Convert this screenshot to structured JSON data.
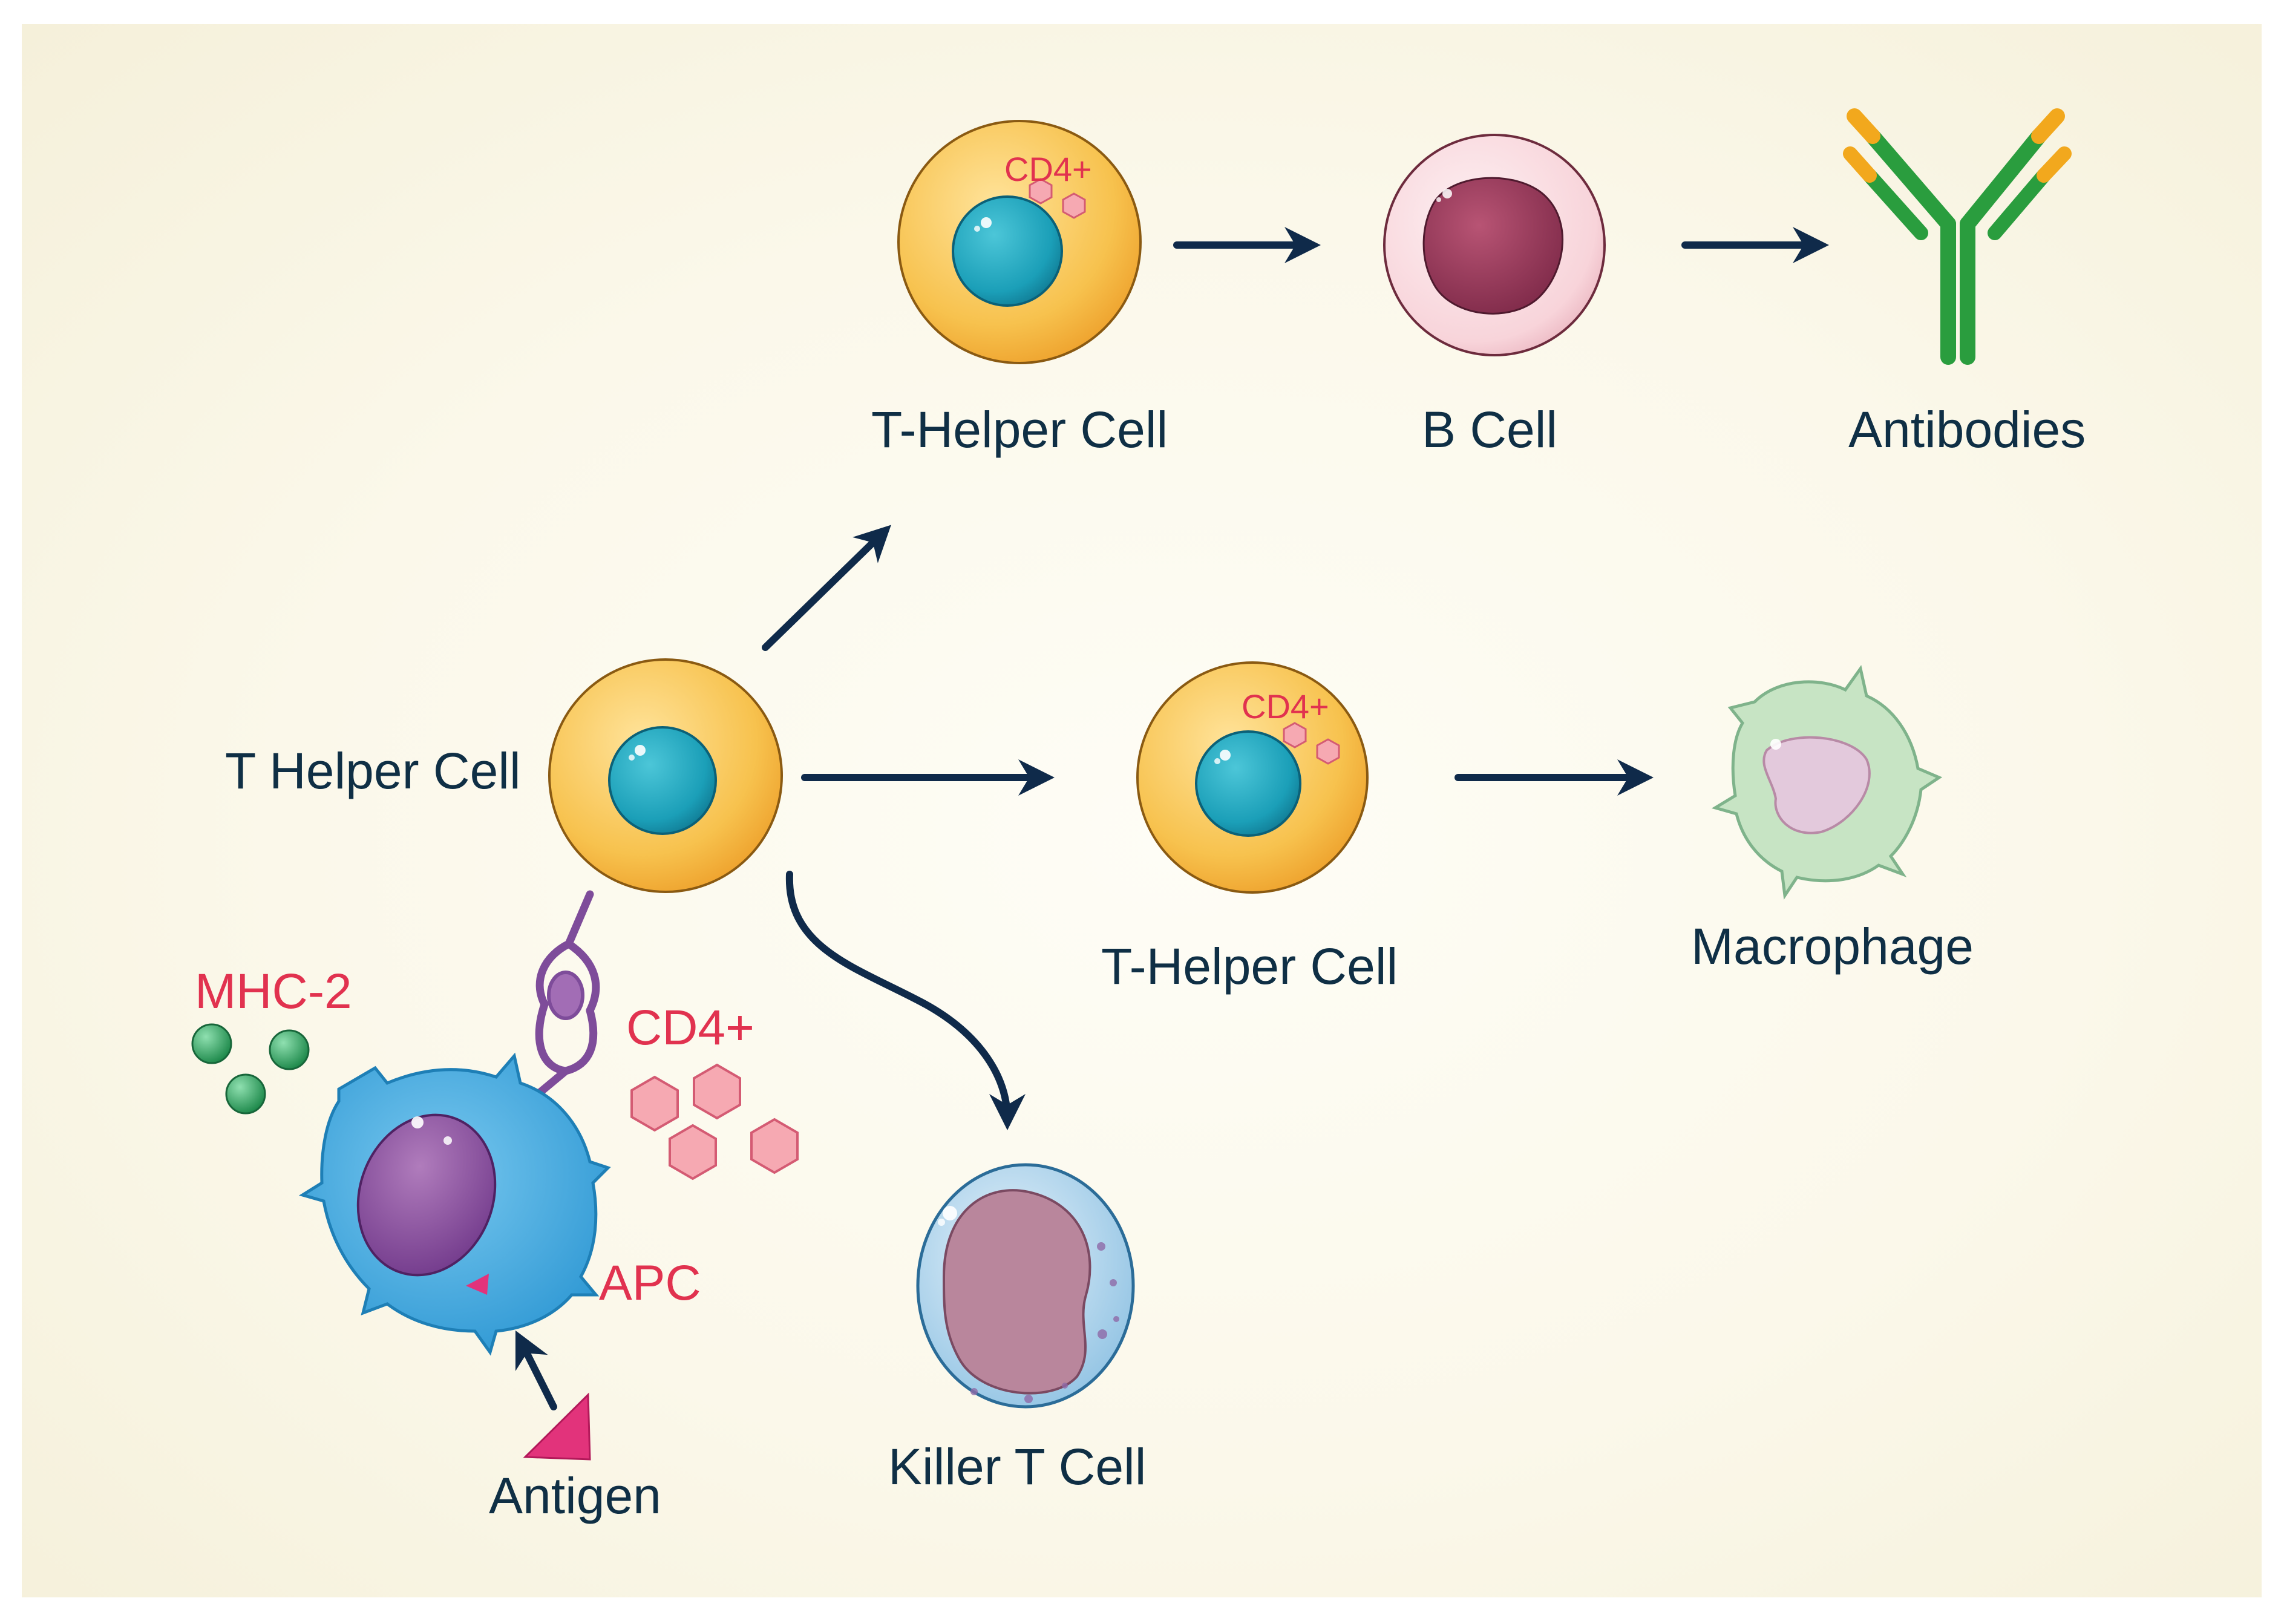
{
  "labels": {
    "t_helper_top": "T-Helper Cell",
    "b_cell": "B Cell",
    "antibodies": "Antibodies",
    "t_helper_center": "T Helper Cell",
    "t_helper_mid": "T-Helper Cell",
    "macrophage": "Macrophage",
    "mhc2": "MHC-2",
    "cd4_large": "CD4+",
    "cd4_top": "CD4+",
    "cd4_mid": "CD4+",
    "apc": "APC",
    "killer_t": "Killer T Cell",
    "antigen": "Antigen"
  },
  "colors": {
    "label_text": "#0f2f45",
    "marker_text": "#e1324f",
    "arrow": "#0f2a4a",
    "t_cell": "#f7c24e",
    "t_cell_nucleus": "#1b9fb8",
    "b_cell": "#f8d4da",
    "b_cell_nucleus": "#9a3a57",
    "antibody_green": "#2a9d3e",
    "antibody_orange": "#f2a81d",
    "macrophage": "#c7e4c4",
    "apc": "#3fa9df",
    "apc_nucleus": "#8a4e9c",
    "killer_t": "#bcd9ec",
    "killer_t_nucleus": "#b9869c",
    "mhc2_marker": "#2f9a5e",
    "cd4_marker": "#f6a9b2",
    "antigen": "#e2337b"
  },
  "icons": {
    "antibody": "antibody-y-icon",
    "receptor": "receptor-fork-icon",
    "cd4_marker": "hexagon-icon",
    "mhc2_marker": "sphere-icon",
    "antigen": "triangle-icon"
  }
}
